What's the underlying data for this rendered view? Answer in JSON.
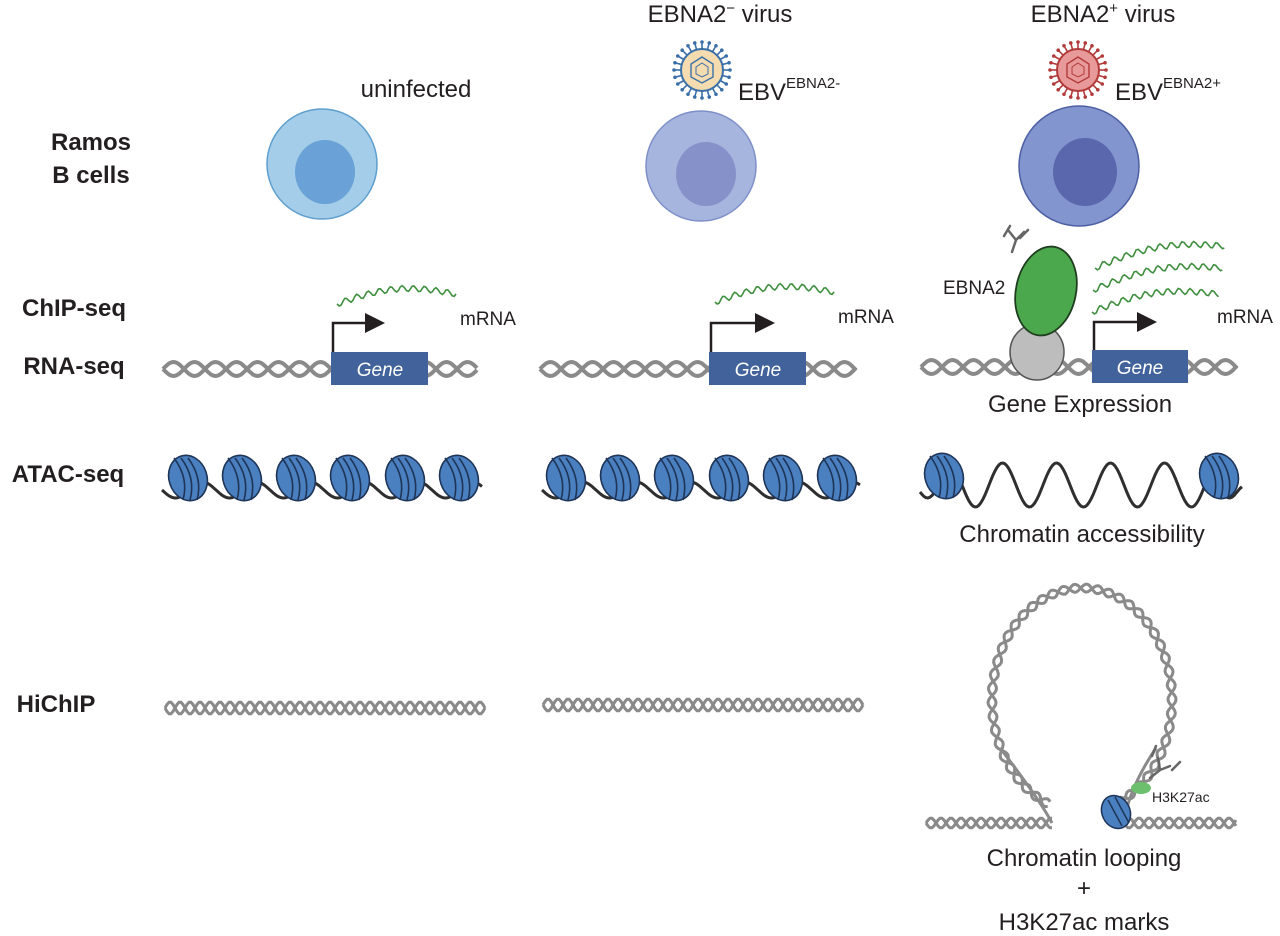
{
  "row_labels": {
    "ramos_line1": "Ramos",
    "ramos_line2": "B cells",
    "chip_seq": "ChIP-seq",
    "rna_seq": "RNA-seq",
    "atac_seq": "ATAC-seq",
    "hichip": "HiChIP"
  },
  "columns": {
    "uninfected": {
      "label": "uninfected"
    },
    "ebna2_neg": {
      "virus_main": "EBNA2",
      "virus_sup": "−",
      "virus_tail": " virus",
      "ebv_main": "EBV",
      "ebv_sup": "EBNA2-"
    },
    "ebna2_pos": {
      "virus_main": "EBNA2",
      "virus_sup": "+",
      "virus_tail": " virus",
      "ebv_main": "EBV",
      "ebv_sup": "EBNA2+"
    }
  },
  "gene_label": "Gene",
  "mrna_label": "mRNA",
  "ebna2_label": "EBNA2",
  "h3k27ac_label": "H3K27ac",
  "captions": {
    "gene_expression": "Gene Expression",
    "chromatin_accessibility": "Chromatin accessibility",
    "looping_line1": "Chromatin looping",
    "looping_line2": "+",
    "looping_line3": "H3K27ac marks"
  },
  "colors": {
    "cell_uninfected": "#a3cde8",
    "nucleus_uninfected": "#6aa1d6",
    "cell_neg": "#a6b5de",
    "nucleus_neg": "#8591c8",
    "cell_pos": "#8295cf",
    "nucleus_pos": "#5a67ad",
    "gene_box": "#41629a",
    "nucleosome": "#4a7fc0",
    "ebna2_protein": "#4ca84c",
    "dna_gray": "#8a8a8a",
    "mrna_green": "#3f8f3f",
    "virus_neg": "#f4dcb0",
    "virus_pos": "#e89a9a"
  }
}
